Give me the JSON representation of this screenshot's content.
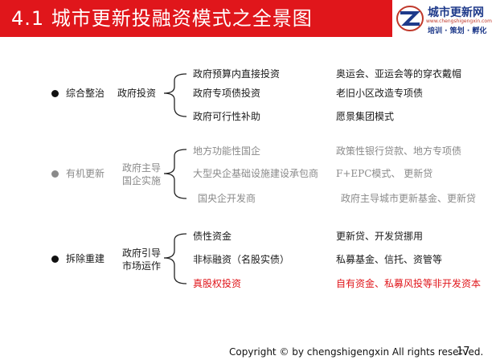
{
  "header": {
    "title": "4.1  城市更新投融资模式之全景图",
    "logo_name": "城市更新网",
    "logo_url": "www.chengshigengxin.com",
    "logo_tagline": "培训 · 策划 · 孵化"
  },
  "groups": [
    {
      "label": "综合整治",
      "sub": "政府投资",
      "tone": "black",
      "items": [
        {
          "left": "政府预算内直接投资",
          "right": "奥运会、亚运会等的穿衣戴帽"
        },
        {
          "left": "政府专项债投资",
          "right": "老旧小区改造专项债"
        },
        {
          "left": "政府可行性补助",
          "right": "愿景集团模式"
        }
      ]
    },
    {
      "label": "有机更新",
      "sub_line1": "政府主导",
      "sub_line2": "国企实施",
      "tone": "grey",
      "items": [
        {
          "left": "地方功能性国企",
          "right": "政策性银行贷款、地方专项债"
        },
        {
          "left": "大型央企基础设施建设承包商",
          "right": "F+EPC模式、 更新贷"
        },
        {
          "left": "国央企开发商",
          "right": "政府主导城市更新基金、更新贷"
        }
      ]
    },
    {
      "label": "拆除重建",
      "sub_line1": "政府引导",
      "sub_line2": "市场运作",
      "tone": "black",
      "items": [
        {
          "left": "债性资金",
          "right": "更新贷、开发贷挪用"
        },
        {
          "left": "非标融资（名股实债）",
          "right": "私募基金、信托、资管等"
        },
        {
          "left": "真股权投资",
          "right": "自有资金、私募风投等非开发资本"
        }
      ]
    }
  ],
  "footer": {
    "copyright": "Copyright © by chengshigengxin All rights reserved.",
    "page": "17"
  }
}
